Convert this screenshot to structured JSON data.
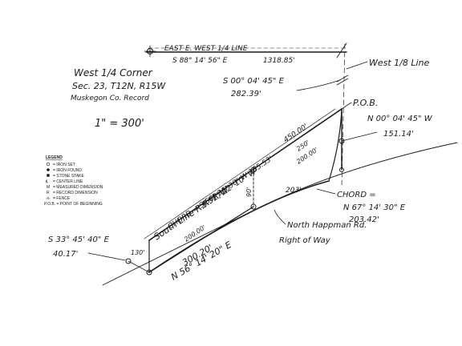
{
  "header": {
    "line_label": "EAST  E.  WEST  1/4  LINE",
    "bearing": "S 88° 14' 56\" E",
    "distance": "1318.85'"
  },
  "corner_note": {
    "line1": "West 1/4 Corner",
    "line2": "Sec. 23, T12N, R15W",
    "line3": "Muskegon Co. Record"
  },
  "scale": "1\" = 300'",
  "top_right_label": "West 1/8 Line",
  "tie": {
    "bearing": "S 00° 04' 45\" E",
    "distance": "282.39'"
  },
  "pob": "P.O.B.",
  "east_side": {
    "bearing": "N 00° 04' 45\" W",
    "distance": "151.14'"
  },
  "rr_label": "South Line R.R. R/W",
  "chord_upper": "CHORD = S 58° 36' 30\" W 185.53'",
  "upper_dist_450": "450.00'",
  "upper_dist_250": "250'",
  "upper_dist_200": "200.00'",
  "inner_bearing": "S 51° 22' 10\" W",
  "inner_dist_90": "90'",
  "lower_dist_200": "200.00'",
  "lower_dist_203": "203'",
  "lower_chord": {
    "line1": "CHORD =",
    "line2": "N 67° 14' 30\" E",
    "line3": "203.42'"
  },
  "road": {
    "line1": "North Happman Rd.",
    "line2": "Right of Way"
  },
  "left_tie": {
    "bearing": "S 33° 45' 40\" E",
    "distance": "40.17'"
  },
  "left_side_dist": "130'",
  "bottom": {
    "distance": "300.20'",
    "bearing": "N 56° 14' 20\" E"
  },
  "legend": {
    "title": "LEGEND",
    "items": [
      "= IRON SET",
      "= IRON FOUND",
      "= STONE STAKE",
      "= CENTER LINE",
      "= MEASURED DIMENSION",
      "= RECORD DIMENSION",
      "= FENCE",
      "P.O.B. = POINT OF BEGINNING"
    ]
  }
}
